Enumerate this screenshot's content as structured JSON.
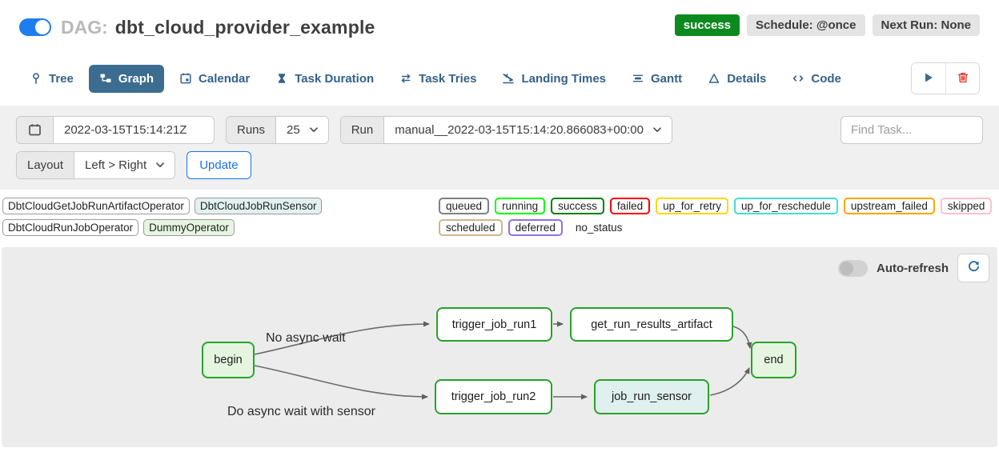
{
  "header": {
    "dag_prefix": "DAG:",
    "dag_title": "dbt_cloud_provider_example",
    "status_badge": "success",
    "schedule_badge": "Schedule: @once",
    "next_run_badge": "Next Run: None",
    "pause_toggle_state": "on"
  },
  "tabs": [
    {
      "label": "Tree"
    },
    {
      "label": "Graph",
      "active": true
    },
    {
      "label": "Calendar"
    },
    {
      "label": "Task Duration"
    },
    {
      "label": "Task Tries"
    },
    {
      "label": "Landing Times"
    },
    {
      "label": "Gantt"
    },
    {
      "label": "Details"
    },
    {
      "label": "Code"
    }
  ],
  "filters": {
    "base_date_value": "2022-03-15T15:14:21Z",
    "runs_label": "Runs",
    "runs_value": "25",
    "run_label": "Run",
    "run_value": "manual__2022-03-15T15:14:20.866083+00:00",
    "find_task_placeholder": "Find Task...",
    "layout_label": "Layout",
    "layout_value": "Left > Right",
    "update_label": "Update"
  },
  "legend": {
    "operators": [
      {
        "label": "DbtCloudGetJobRunArtifactOperator",
        "bg": "#ffffff"
      },
      {
        "label": "DbtCloudJobRunSensor",
        "bg": "#e2f1f0"
      },
      {
        "label": "DbtCloudRunJobOperator",
        "bg": "#ffffff"
      },
      {
        "label": "DummyOperator",
        "bg": "#e6f5e0"
      }
    ],
    "statuses": [
      {
        "label": "queued",
        "border": "#808080"
      },
      {
        "label": "running",
        "border": "#00ff00"
      },
      {
        "label": "success",
        "border": "#008000"
      },
      {
        "label": "failed",
        "border": "#ff0000"
      },
      {
        "label": "up_for_retry",
        "border": "#ffd700"
      },
      {
        "label": "up_for_reschedule",
        "border": "#40e0d0"
      },
      {
        "label": "upstream_failed",
        "border": "#ffa500"
      },
      {
        "label": "skipped",
        "border": "#ffc0cb"
      },
      {
        "label": "scheduled",
        "border": "#d2b48c"
      },
      {
        "label": "deferred",
        "border": "#9370db"
      },
      {
        "label": "no_status",
        "border": "transparent"
      }
    ]
  },
  "graph": {
    "auto_refresh_label": "Auto-refresh",
    "auto_refresh_state": "off",
    "nodes": [
      {
        "label": "begin",
        "bg": "#e6f5e0",
        "border": "#2aa22a"
      },
      {
        "label": "trigger_job_run1",
        "bg": "#ffffff",
        "border": "#2aa22a"
      },
      {
        "label": "get_run_results_artifact",
        "bg": "#ffffff",
        "border": "#2aa22a"
      },
      {
        "label": "trigger_job_run2",
        "bg": "#ffffff",
        "border": "#2aa22a"
      },
      {
        "label": "job_run_sensor",
        "bg": "#dff0ee",
        "border": "#2aa22a"
      },
      {
        "label": "end",
        "bg": "#e6f5e0",
        "border": "#2aa22a"
      }
    ],
    "edge_labels": [
      "No async wait",
      "Do async wait with sensor"
    ]
  },
  "icons": {
    "refresh": "clockwise-arrow",
    "play": "triangle-right",
    "trash": "trash-can",
    "calendar_addon": "calendar"
  },
  "colors": {
    "toggle_blue": "#1e7ef0",
    "tab_fg": "#33618a",
    "active_tab_bg": "#3c6d91",
    "success_green": "#0d8a1f",
    "accent_blue": "#1a73e8",
    "danger_red": "#e8392e",
    "refresh_blue": "#2e6da4"
  }
}
